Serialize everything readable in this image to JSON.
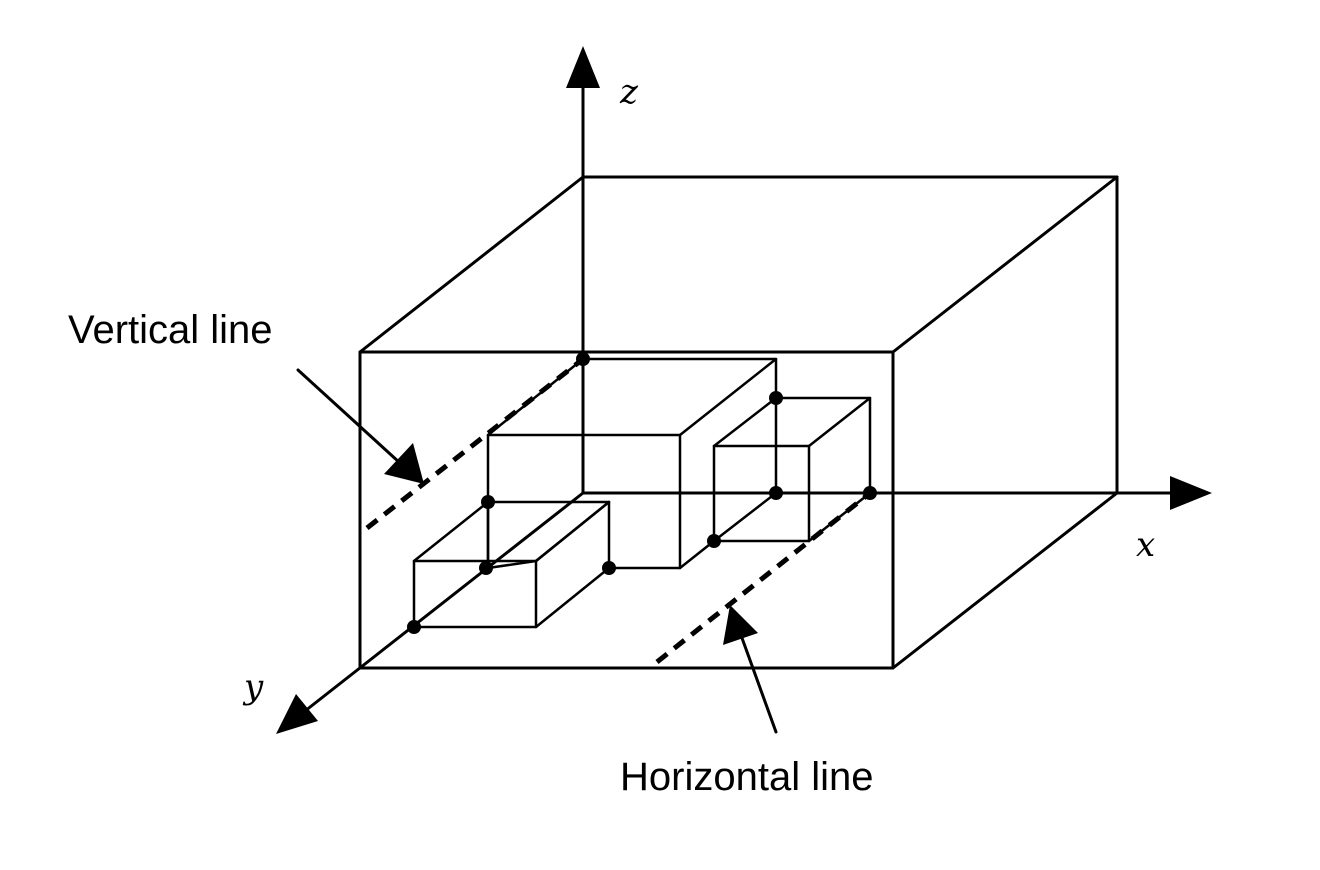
{
  "labels": {
    "vertical_line": "Vertical line",
    "horizontal_line": "Horizontal line"
  },
  "axes": {
    "x": "x",
    "y": "y",
    "z": "z"
  },
  "colors": {
    "line": "#000000",
    "background": "#ffffff"
  }
}
